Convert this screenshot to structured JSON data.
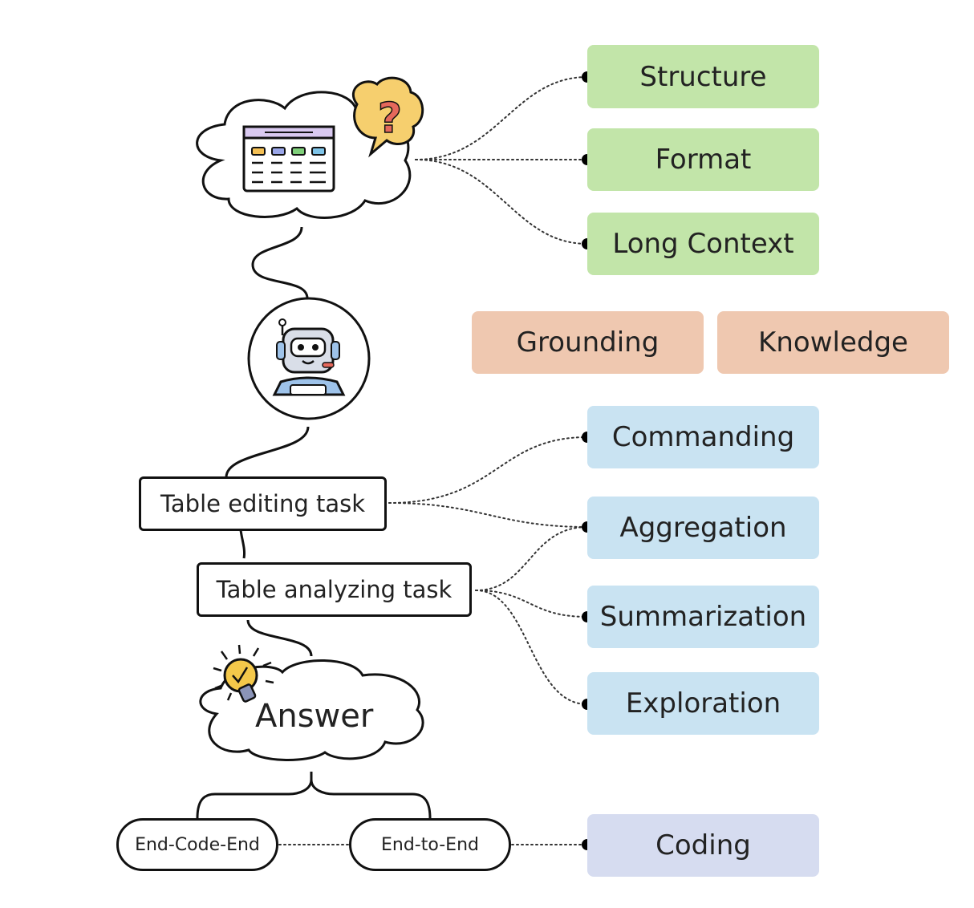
{
  "left": {
    "table_editing_task": "Table editing task",
    "table_analyzing_task": "Table analyzing task",
    "answer": "Answer",
    "end_code_end": "End-Code-End",
    "end_to_end": "End-to-End"
  },
  "right": {
    "structure": "Structure",
    "format": "Format",
    "long_context": "Long Context",
    "grounding": "Grounding",
    "knowledge": "Knowledge",
    "commanding": "Commanding",
    "aggregation": "Aggregation",
    "summarization": "Summarization",
    "exploration": "Exploration",
    "coding": "Coding"
  },
  "colors": {
    "green": "#c2e5a9",
    "peach": "#efc8b0",
    "blue": "#c9e3f2",
    "lavender": "#d6dcf0"
  },
  "icons": [
    "table-question-cloud-icon",
    "robot-icon",
    "lightbulb-icon",
    "answer-cloud-icon"
  ]
}
